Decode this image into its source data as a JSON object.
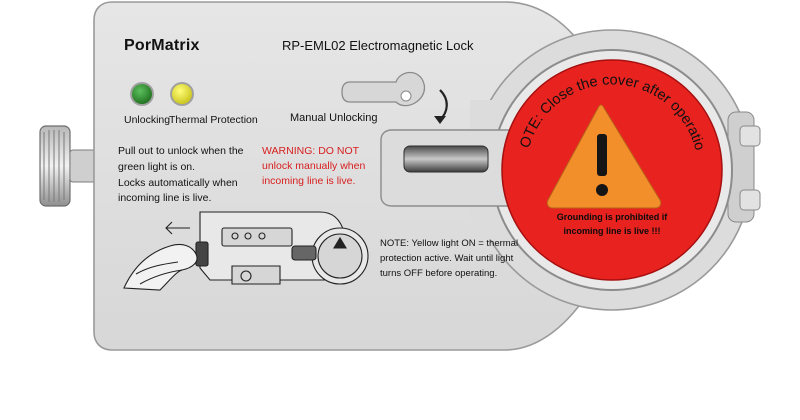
{
  "device": {
    "brand": "PorMatrix",
    "model_title": "RP-EML02  Electromagnetic Lock"
  },
  "indicators": {
    "unlocking_label": "Unlocking",
    "thermal_label": "Thermal Protection",
    "unlocking_color": "#3a9a3a",
    "thermal_color": "#ecec3a"
  },
  "manual": {
    "label": "Manual Unlocking"
  },
  "instructions": {
    "line1": "Pull out to unlock when the",
    "line2": "green light is on.",
    "line3": "Locks automatically when",
    "line4": "incoming line is live."
  },
  "warning": {
    "line1": "WARNING:  DO NOT",
    "line2": "unlock manually when",
    "line3": "incoming line is live.",
    "color": "#d81e1e"
  },
  "note": {
    "line1": "NOTE: Yellow light ON = thermal",
    "line2": "protection active. Wait until light",
    "line3": "turns OFF before operating."
  },
  "cover": {
    "curved_text": "NOTE: Close the cover after operation",
    "ground_line1": "Grounding is prohibited if",
    "ground_line2": "incoming line is live !!!",
    "fill_color": "#e8231f",
    "triangle_color": "#f28f2a",
    "icons": [
      "warning-triangle-icon"
    ]
  }
}
